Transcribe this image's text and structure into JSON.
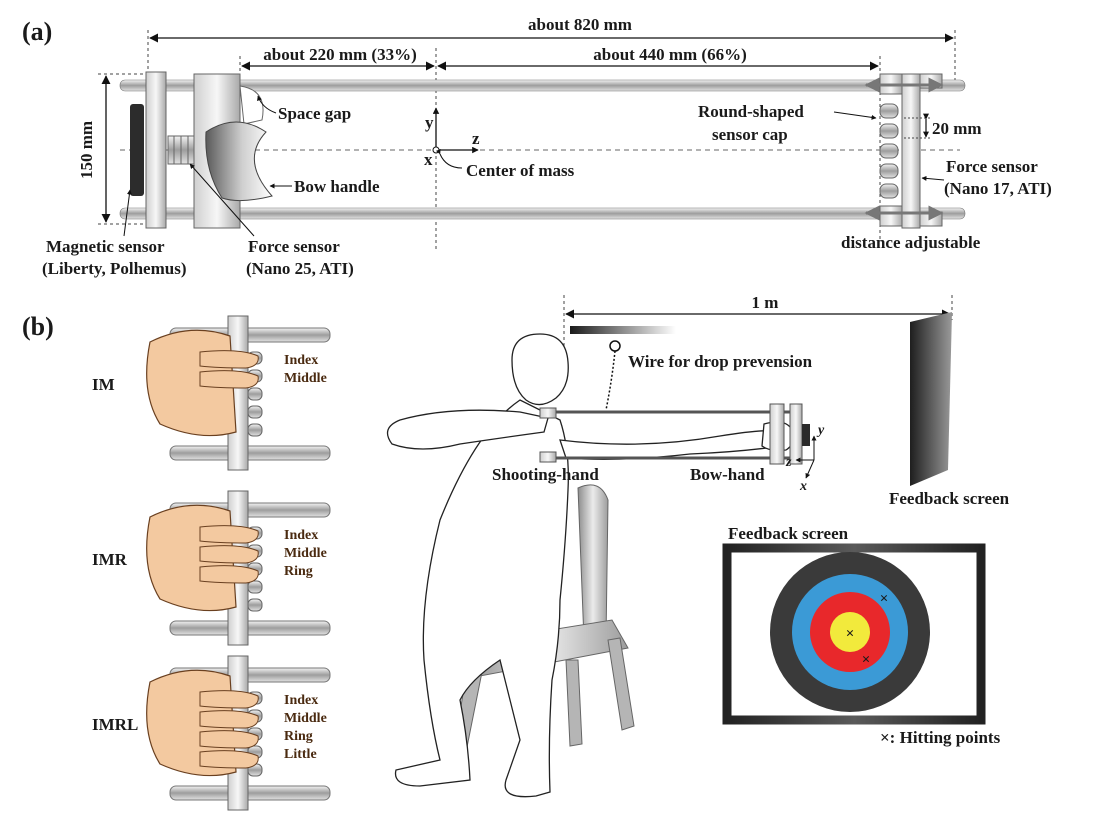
{
  "panel_a": {
    "label": "(a)",
    "dim_total": "about 820 mm",
    "dim_front": "about 220 mm (33%)",
    "dim_rear": "about 440 mm (66%)",
    "dim_height": "150 mm",
    "dim_cap_gap": "20 mm",
    "space_gap": "Space gap",
    "bow_handle": "Bow handle",
    "center_of_mass": "Center of mass",
    "cap_line1": "Round-shaped",
    "cap_line2": "sensor cap",
    "force_rear_line1": "Force sensor",
    "force_rear_line2": "(Nano 17, ATI)",
    "distance_adjustable": "distance adjustable",
    "magnetic_line1": "Magnetic sensor",
    "magnetic_line2": "(Liberty, Polhemus)",
    "force_front_line1": "Force sensor",
    "force_front_line2": "(Nano 25, ATI)",
    "axes": {
      "y": "y",
      "z": "z",
      "x": "x"
    }
  },
  "panel_b": {
    "label": "(b)",
    "grips": [
      {
        "code": "IM",
        "fingers": [
          "Index",
          "Middle"
        ]
      },
      {
        "code": "IMR",
        "fingers": [
          "Index",
          "Middle",
          "Ring"
        ]
      },
      {
        "code": "IMRL",
        "fingers": [
          "Index",
          "Middle",
          "Ring",
          "Little"
        ]
      }
    ],
    "distance": "1 m",
    "wire": "Wire for drop prevension",
    "shooting_hand": "Shooting-hand",
    "bow_hand": "Bow-hand",
    "feedback_screen_label": "Feedback screen",
    "feedback_screen_title": "Feedback screen",
    "hitting_points": "×: Hitting points",
    "hit_marker": "×",
    "axes": {
      "y": "y",
      "z": "z",
      "x": "x"
    }
  },
  "colors": {
    "target_black": "#3a3a3a",
    "target_blue": "#3b9ad6",
    "target_red": "#e8282b",
    "target_yellow": "#f2ea3c",
    "skin": "#f3c9a0"
  }
}
